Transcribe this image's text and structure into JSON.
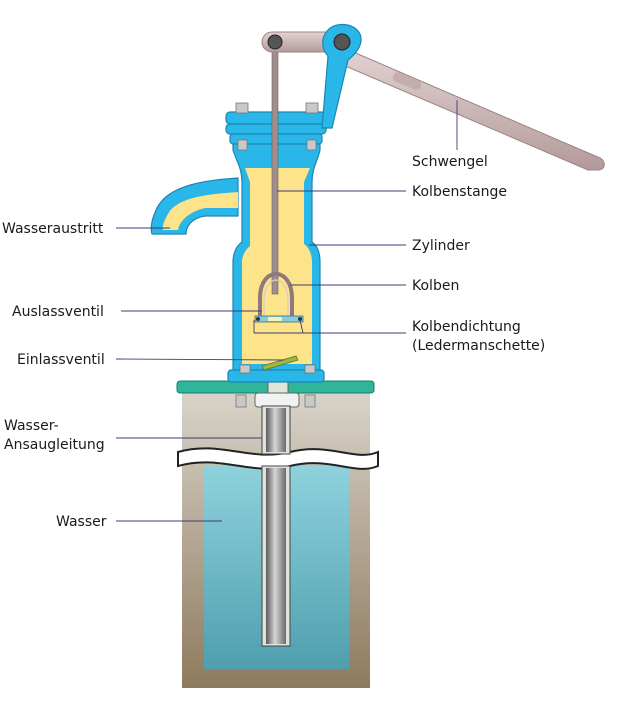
{
  "labels": {
    "schwengel": "Schwengel",
    "kolbenstange": "Kolbenstange",
    "zylinder": "Zylinder",
    "kolben": "Kolben",
    "kolbendichtung_1": "Kolbendichtung",
    "kolbendichtung_2": "(Ledermanschette)",
    "wasseraustritt": "Wasseraustritt",
    "auslassventil": "Auslassventil",
    "einlassventil": "Einlassventil",
    "wasser_ansaug_1": "Wasser-",
    "wasser_ansaug_2": "Ansaugleitung",
    "wasser": "Wasser"
  },
  "colors": {
    "pump_body_blue": "#29b6e8",
    "water_inside_pump": "#fde38a",
    "handle": "#cdb7b7",
    "well_top_plate": "#2fb59a",
    "well_ground": "#b8a58c",
    "well_water": "#5fb4c6",
    "pipe": "#d9ddd6",
    "pipe_inner": "#8c8c8c"
  }
}
